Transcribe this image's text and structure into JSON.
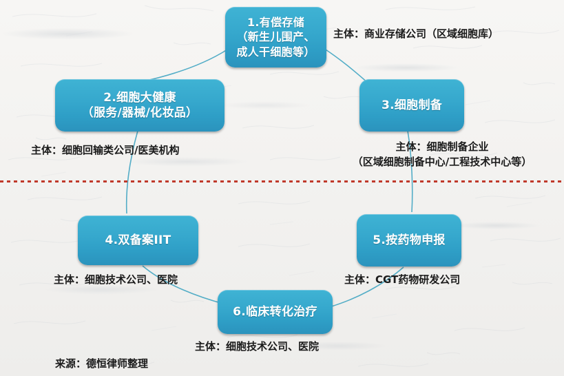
{
  "diagram": {
    "title_text": "",
    "accent_color": "#36a8cd",
    "divider_color": "#c0392b",
    "text_color": "#1b1b1b",
    "nodes": [
      {
        "id": "node-1",
        "name": "paid-storage",
        "lines": [
          "1.有偿存储",
          "（新生儿围产、",
          "成人干细胞等）"
        ]
      },
      {
        "id": "node-2",
        "name": "cell-big-health",
        "lines": [
          "2.细胞大健康",
          "（服务/器械/化妆品）"
        ]
      },
      {
        "id": "node-3",
        "name": "cell-preparation",
        "lines": [
          "3.细胞制备"
        ]
      },
      {
        "id": "node-4",
        "name": "dual-filing-iit",
        "lines": [
          "4.双备案IIT"
        ]
      },
      {
        "id": "node-5",
        "name": "drug-application",
        "lines": [
          "5.按药物申报"
        ]
      },
      {
        "id": "node-6",
        "name": "clinical-translation",
        "lines": [
          "6.临床转化治疗"
        ]
      }
    ],
    "captions": [
      {
        "id": "caption-1",
        "name": "caption-paid-storage",
        "lines": [
          "主体：商业存储公司（区域细胞库）"
        ]
      },
      {
        "id": "caption-2",
        "name": "caption-cell-big-health",
        "lines": [
          "主体：细胞回输类公司/医美机构"
        ]
      },
      {
        "id": "caption-3",
        "name": "caption-cell-preparation",
        "lines": [
          "主体：细胞制备企业",
          "（区域细胞制备中心/工程技术中心等）"
        ]
      },
      {
        "id": "caption-4",
        "name": "caption-dual-filing-iit",
        "lines": [
          "主体：细胞技术公司、医院"
        ]
      },
      {
        "id": "caption-5",
        "name": "caption-drug-application",
        "lines": [
          "主体：CGT药物研发公司"
        ]
      },
      {
        "id": "caption-6",
        "name": "caption-clinical-translation",
        "lines": [
          "主体：细胞技术公司、医院"
        ]
      }
    ],
    "source_note": "来源：德恒律师整理"
  }
}
